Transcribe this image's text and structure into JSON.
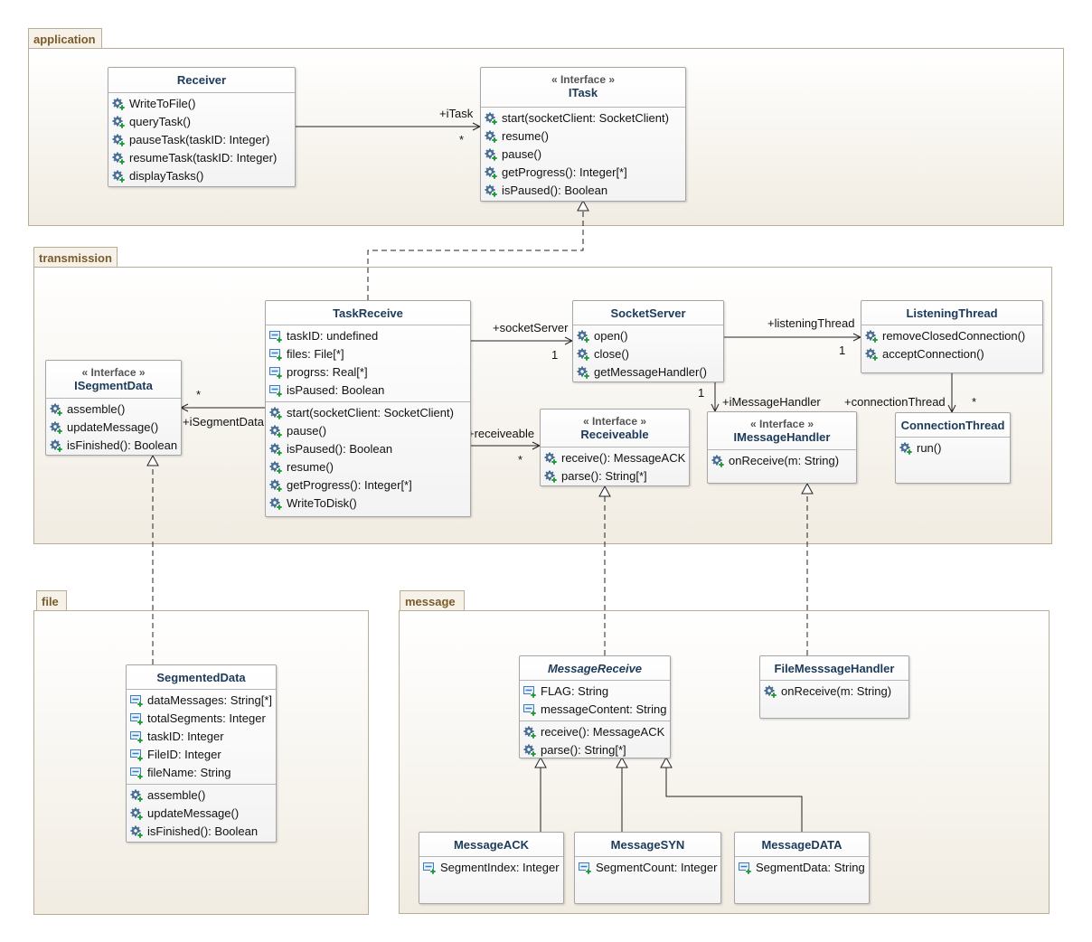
{
  "packages": {
    "application": "application",
    "transmission": "transmission",
    "file": "file",
    "message": "message"
  },
  "classes": {
    "receiver": {
      "name": "Receiver",
      "operations": [
        "WriteToFile()",
        "queryTask()",
        "pauseTask(taskID: Integer)",
        "resumeTask(taskID: Integer)",
        "displayTasks()"
      ]
    },
    "itask": {
      "stereotype": "« Interface »",
      "name": "ITask",
      "operations": [
        "start(socketClient: SocketClient)",
        "resume()",
        "pause()",
        "getProgress(): Integer[*]",
        "isPaused(): Boolean"
      ]
    },
    "taskreceive": {
      "name": "TaskReceive",
      "attributes": [
        "taskID: undefined",
        "files: File[*]",
        "progrss: Real[*]",
        "isPaused: Boolean"
      ],
      "operations": [
        "start(socketClient: SocketClient)",
        "pause()",
        "isPaused(): Boolean",
        "resume()",
        "getProgress(): Integer[*]",
        "WriteToDisk()"
      ]
    },
    "socketserver": {
      "name": "SocketServer",
      "operations": [
        "open()",
        "close()",
        "getMessageHandler()"
      ]
    },
    "listeningthread": {
      "name": "ListeningThread",
      "operations": [
        "removeClosedConnection()",
        "acceptConnection()"
      ]
    },
    "isegmentdata": {
      "stereotype": "« Interface »",
      "name": "ISegmentData",
      "operations": [
        "assemble()",
        "updateMessage()",
        "isFinished(): Boolean"
      ]
    },
    "receiveable": {
      "stereotype": "« Interface »",
      "name": "Receiveable",
      "operations": [
        "receive(): MessageACK",
        "parse(): String[*]"
      ]
    },
    "imessagehandler": {
      "stereotype": "« Interface »",
      "name": "IMessageHandler",
      "operations": [
        "onReceive(m: String)"
      ]
    },
    "connectionthread": {
      "name": "ConnectionThread",
      "operations": [
        "run()"
      ]
    },
    "segmenteddata": {
      "name": "SegmentedData",
      "attributes": [
        "dataMessages: String[*]",
        "totalSegments: Integer",
        "taskID: Integer",
        "FileID: Integer",
        "fileName: String"
      ],
      "operations": [
        "assemble()",
        "updateMessage()",
        "isFinished(): Boolean"
      ]
    },
    "messagereceive": {
      "name": "MessageReceive",
      "attributes": [
        "FLAG: String",
        "messageContent: String"
      ],
      "operations": [
        "receive(): MessageACK",
        "parse(): String[*]"
      ]
    },
    "filemessagehandler": {
      "name": "FileMesssageHandler",
      "operations": [
        "onReceive(m: String)"
      ]
    },
    "messageack": {
      "name": "MessageACK",
      "attributes": [
        "SegmentIndex: Integer"
      ]
    },
    "messagesyn": {
      "name": "MessageSYN",
      "attributes": [
        "SegmentCount: Integer"
      ]
    },
    "messagedata": {
      "name": "MessageDATA",
      "attributes": [
        "SegmentData: String"
      ]
    }
  },
  "labels": {
    "itask_role": "+iTask",
    "itask_mult": "*",
    "socketserver_role": "+socketServer",
    "socketserver_mult": "1",
    "listening_role": "+listeningThread",
    "listening_mult": "1",
    "segment_mult": "*",
    "segment_role": "+iSegmentData",
    "receiveable_role": "+receiveable",
    "receiveable_mult": "*",
    "handler_mult": "1",
    "handler_role": "+iMessageHandler",
    "connection_role": "+connectionThread",
    "connection_mult": "*"
  },
  "colors": {
    "package_border": "#b9ad93",
    "package_title": "#7a5c2a",
    "class_name": "#1c3a5a",
    "icon_operation": "#4a6f94",
    "icon_attribute": "#3a7dbf",
    "icon_plus": "#1f9d3a"
  },
  "icons": {
    "operation": "gear-plus-icon",
    "attribute": "field-plus-icon"
  }
}
